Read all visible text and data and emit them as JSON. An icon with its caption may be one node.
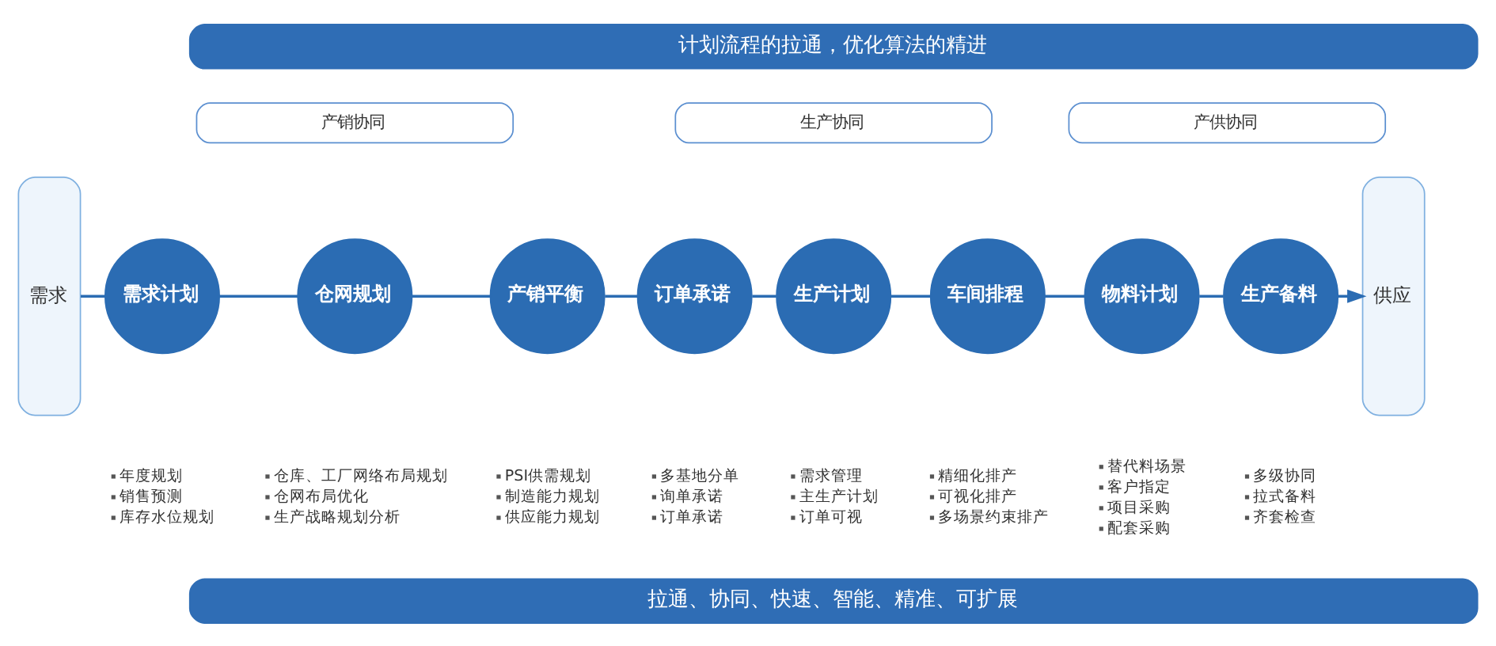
{
  "diagram": {
    "nodes": [
      {
        "text": [
          "计划流程的拉通，优化算法的精进"
        ]
      },
      {
        "text": [
          "产销协同"
        ]
      },
      {
        "text": [
          "生产协同"
        ]
      },
      {
        "text": [
          "产供协同"
        ]
      },
      {
        "text": [
          "需求"
        ]
      },
      {
        "text": [
          "需求计划"
        ],
        "beside": [
          "年度规划",
          "销售预测",
          "库存水位规划"
        ]
      },
      {
        "text": [
          "仓网规划"
        ],
        "beside": [
          "仓库、工厂网络布局规划",
          "仓网布局优化",
          "生产战略规划分析"
        ]
      },
      {
        "text": [
          "产销平衡"
        ],
        "beside": [
          "PSI供需规划",
          "制造能力规划",
          "供应能力规划"
        ]
      },
      {
        "text": [
          "订单承诺"
        ],
        "beside": [
          "多基地分单",
          "询单承诺",
          "订单承诺"
        ]
      },
      {
        "text": [
          "生产计划"
        ],
        "beside": [
          "需求管理",
          "主生产计划",
          "订单可视"
        ]
      },
      {
        "text": [
          "车间排程"
        ],
        "beside": [
          "精细化排产",
          "可视化排产",
          "多场景约束排产"
        ]
      },
      {
        "text": [
          "物料计划"
        ],
        "beside": [
          "替代料场景",
          "客户指定",
          "项目采购",
          "配套采购"
        ]
      },
      {
        "text": [
          "生产备料"
        ],
        "beside": [
          "多级协同",
          "拉式备料",
          "齐套检查"
        ]
      },
      {
        "text": [
          "供应"
        ]
      },
      {
        "text": [
          "拉通、协同、快速、智能、精准、可扩展"
        ]
      }
    ],
    "edges": [
      {
        "from": 4,
        "to": 5,
        "arrow": "none"
      },
      {
        "from": 5,
        "to": 6,
        "arrow": "none"
      },
      {
        "from": 6,
        "to": 7,
        "arrow": "none"
      },
      {
        "from": 7,
        "to": 8,
        "arrow": "none"
      },
      {
        "from": 8,
        "to": 9,
        "arrow": "none"
      },
      {
        "from": 9,
        "to": 10,
        "arrow": "none"
      },
      {
        "from": 10,
        "to": 11,
        "arrow": "none"
      },
      {
        "from": 11,
        "to": 12,
        "arrow": "none"
      },
      {
        "from": 12,
        "to": 13,
        "arrow": "to"
      }
    ]
  }
}
